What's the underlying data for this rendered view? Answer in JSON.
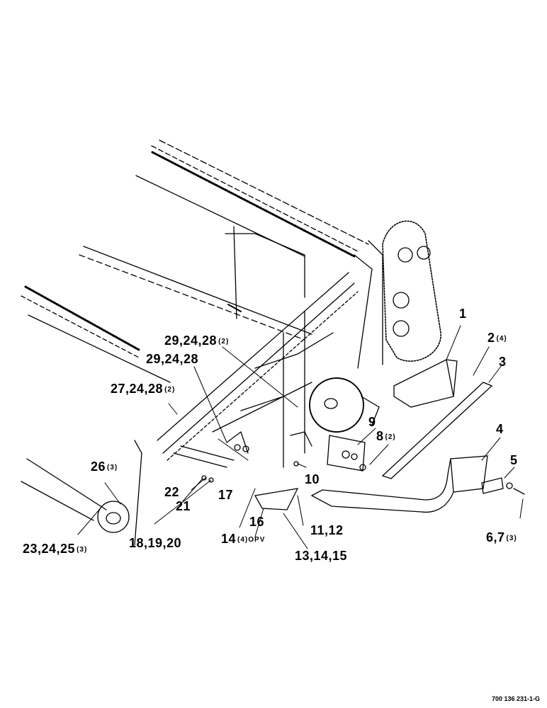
{
  "diagram": {
    "callouts": [
      {
        "id": "c1",
        "main": "1",
        "sub": ""
      },
      {
        "id": "c2",
        "main": "2",
        "sub": "(4)"
      },
      {
        "id": "c3",
        "main": "3",
        "sub": ""
      },
      {
        "id": "c4",
        "main": "4",
        "sub": ""
      },
      {
        "id": "c5",
        "main": "5",
        "sub": ""
      },
      {
        "id": "c67",
        "main": "6,7",
        "sub": "(3)"
      },
      {
        "id": "c8",
        "main": "8",
        "sub": "(2)"
      },
      {
        "id": "c9",
        "main": "9",
        "sub": ""
      },
      {
        "id": "c10",
        "main": "10",
        "sub": ""
      },
      {
        "id": "c1112",
        "main": "11,12",
        "sub": ""
      },
      {
        "id": "c131415",
        "main": "13,14,15",
        "sub": ""
      },
      {
        "id": "c14",
        "main": "14",
        "sub": "(4)OPV"
      },
      {
        "id": "c16",
        "main": "16",
        "sub": ""
      },
      {
        "id": "c17",
        "main": "17",
        "sub": ""
      },
      {
        "id": "c181920",
        "main": "18,19,20",
        "sub": ""
      },
      {
        "id": "c21",
        "main": "21",
        "sub": ""
      },
      {
        "id": "c22",
        "main": "22",
        "sub": ""
      },
      {
        "id": "c232425",
        "main": "23,24,25",
        "sub": "(3)"
      },
      {
        "id": "c26",
        "main": "26",
        "sub": "(3)"
      },
      {
        "id": "c272428",
        "main": "27,24,28",
        "sub": "(2)"
      },
      {
        "id": "c292428a",
        "main": "29,24,28",
        "sub": ""
      },
      {
        "id": "c292428b",
        "main": "29,24,28",
        "sub": "(2)"
      }
    ],
    "document_number": "700 136 231-1-G"
  }
}
